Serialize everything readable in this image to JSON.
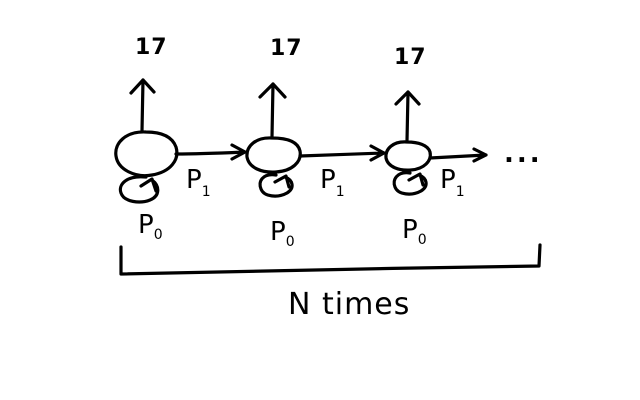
{
  "diagram": {
    "nodes": [
      {
        "output_label": "17",
        "self_loop_label": {
          "main": "P",
          "sub": "0"
        },
        "transition_label": {
          "main": "P",
          "sub": "1"
        }
      },
      {
        "output_label": "17",
        "self_loop_label": {
          "main": "P",
          "sub": "0"
        },
        "transition_label": {
          "main": "P",
          "sub": "1"
        }
      },
      {
        "output_label": "17",
        "self_loop_label": {
          "main": "P",
          "sub": "0"
        },
        "transition_label": {
          "main": "P",
          "sub": "1"
        }
      }
    ],
    "continuation": "...",
    "brace_label": "N times",
    "ink_color": "#000000"
  }
}
